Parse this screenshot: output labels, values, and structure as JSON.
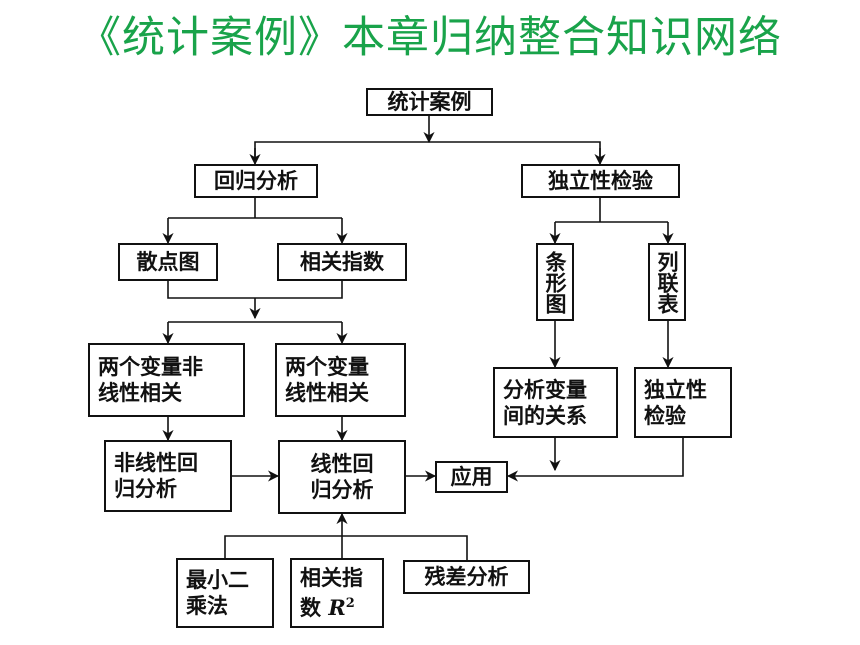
{
  "title": "《统计案例》本章归纳整合知识网络",
  "nodes": {
    "root": "统计案例",
    "regression": "回归分析",
    "independence": "独立性检验",
    "scatter": "散点图",
    "corr_index": "相关指数",
    "bar_chart": "条形图",
    "contingency": "列联表",
    "nonlinear_corr": "两个变量非\n线性相关",
    "linear_corr": "两个变量\n线性相关",
    "analyze_relation": "分析变量\n间的关系",
    "indep_test": "独立性\n检验",
    "nonlinear_reg": "非线性回\n归分析",
    "linear_reg": "线性回\n归分析",
    "application": "应用",
    "least_squares": "最小二\n乘法",
    "corr_index_r2_text": "相关指\n数 ",
    "corr_index_r2_var": "R",
    "corr_index_r2_sup": "2",
    "residual": "残差分析"
  }
}
